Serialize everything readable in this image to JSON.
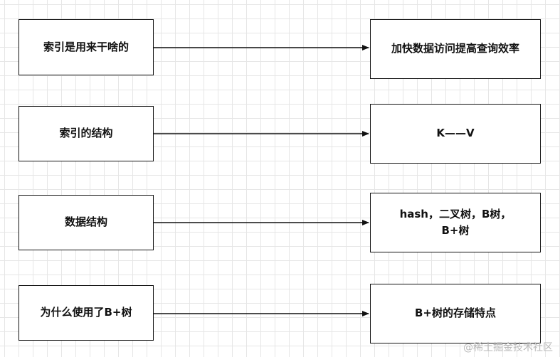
{
  "rows": [
    {
      "question": "索引是用来干啥的",
      "answer": "加快数据访问提高查询效率"
    },
    {
      "question": "索引的结构",
      "answer": "K——V"
    },
    {
      "question": "数据结构",
      "answer": "hash，二叉树，B树，B+树"
    },
    {
      "question": "为什么使用了B+树",
      "answer": "B+树的存储特点"
    }
  ],
  "watermark": "@稀土掘金技术社区"
}
